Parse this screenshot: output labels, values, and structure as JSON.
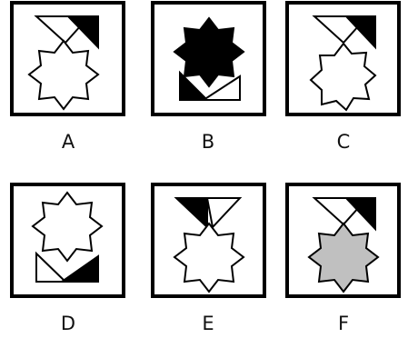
{
  "options": [
    {
      "label": "A",
      "star_fill": "#ffffff",
      "triangles_position": "top",
      "left_triangle": "outline",
      "right_triangle": "black",
      "star_shape": "8-point"
    },
    {
      "label": "B",
      "star_fill": "#000000",
      "triangles_position": "bottom",
      "left_triangle": "black",
      "right_triangle": "outline",
      "star_shape": "8-point"
    },
    {
      "label": "C",
      "star_fill": "#ffffff",
      "triangles_position": "top",
      "left_triangle": "outline",
      "right_triangle": "black",
      "star_shape": "9-point"
    },
    {
      "label": "D",
      "star_fill": "#ffffff",
      "triangles_position": "bottom",
      "left_triangle": "outline",
      "right_triangle": "black",
      "star_shape": "8-point"
    },
    {
      "label": "E",
      "star_fill": "#ffffff",
      "triangles_position": "top",
      "left_triangle": "black",
      "right_triangle": "outline",
      "star_shape": "8-point"
    },
    {
      "label": "F",
      "star_fill": "#c0c0c0",
      "triangles_position": "top",
      "left_triangle": "outline",
      "right_triangle": "black",
      "star_shape": "8-point"
    }
  ],
  "colors": {
    "frame": "#000000",
    "background": "#ffffff"
  }
}
